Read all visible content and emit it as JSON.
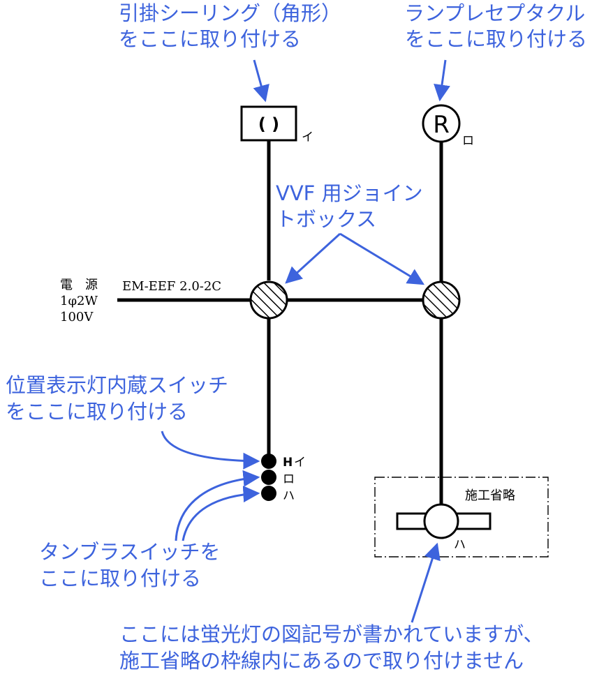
{
  "annotations": {
    "ceiling_rosette_line1": "引掛シーリング（角形）",
    "ceiling_rosette_line2": "をここに取り付ける",
    "receptacle_line1": "ランプレセプタクル",
    "receptacle_line2": "をここに取り付ける",
    "joint_box_line1": "VVF 用ジョイン",
    "joint_box_line2": "トボックス",
    "pilot_switch_line1": "位置表示灯内蔵スイッチ",
    "pilot_switch_line2": "をここに取り付ける",
    "tumbler_line1": "タンブラスイッチを",
    "tumbler_line2": "ここに取り付ける",
    "fluorescent_line1": "ここには蛍光灯の図記号が書かれていますが、",
    "fluorescent_line2": "施工省略の枠線内にあるので取り付けません"
  },
  "symbols": {
    "rosette_glyph": "( )",
    "receptacle_glyph": "R"
  },
  "labels": {
    "rosette_tag": "イ",
    "receptacle_tag": "ロ",
    "power_line1": "電　源",
    "power_line2": "1φ2W",
    "power_line3": "100V",
    "cable": "EM-EEF 2.0-2C",
    "switch_h": "H",
    "switch_i": "イ",
    "switch_ro": "ロ",
    "switch_ha": "ハ",
    "omitted_area": "施工省略",
    "fluorescent_tag": "ハ"
  },
  "colors": {
    "annotation": "#3d63dd",
    "wire": "#000000"
  }
}
